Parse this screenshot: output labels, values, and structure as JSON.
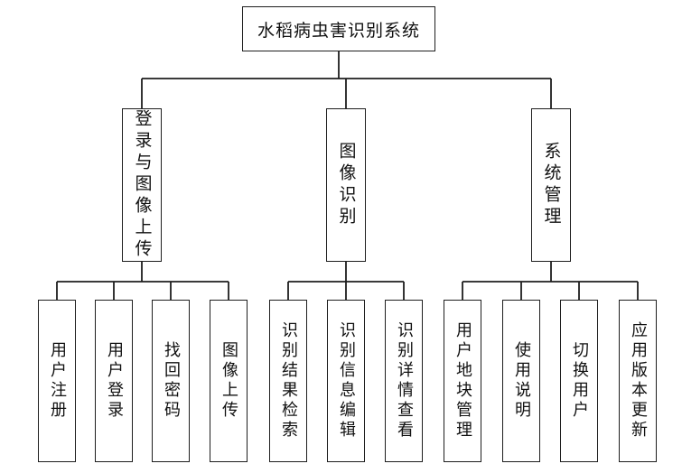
{
  "root": {
    "label": "水稻病虫害识别系统"
  },
  "modules": [
    {
      "label": "登录与图像上传",
      "children": [
        {
          "label": "用户注册"
        },
        {
          "label": "用户登录"
        },
        {
          "label": "找回密码"
        },
        {
          "label": "图像上传"
        }
      ]
    },
    {
      "label": "图像识别",
      "children": [
        {
          "label": "识别结果检索"
        },
        {
          "label": "识别信息编辑"
        },
        {
          "label": "识别详情查看"
        }
      ]
    },
    {
      "label": "系统管理",
      "children": [
        {
          "label": "用户地块管理"
        },
        {
          "label": "使用说明"
        },
        {
          "label": "切换用户"
        },
        {
          "label": "应用版本更新"
        }
      ]
    }
  ],
  "colors": {
    "line": "#1e1e1e",
    "box_border": "#1e1e1e",
    "text": "#111111",
    "background": "#ffffff"
  }
}
